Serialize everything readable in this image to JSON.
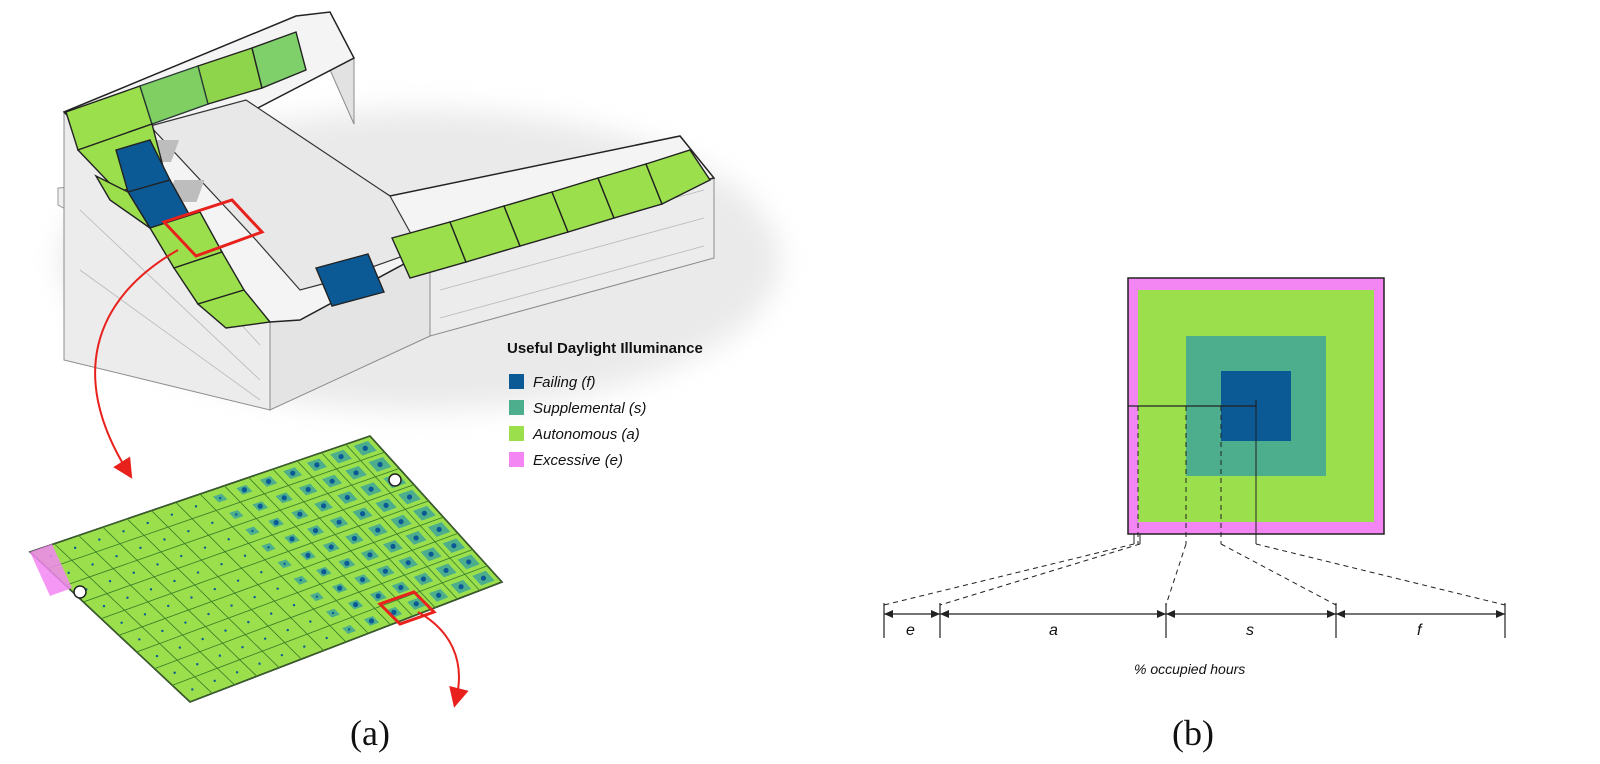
{
  "panels": {
    "a_label": "(a)",
    "b_label": "(b)"
  },
  "legend": {
    "title": "Useful Daylight Illuminance",
    "items": [
      {
        "label": "Failing (f)",
        "color": "#0b5a96"
      },
      {
        "label": "Supplemental (s)",
        "color": "#4cae8c"
      },
      {
        "label": "Autonomous (a)",
        "color": "#9be04c"
      },
      {
        "label": "Excessive (e)",
        "color": "#f386f3"
      }
    ]
  },
  "highlight_color": "#e8211d",
  "diagram_b": {
    "segments": {
      "e": "e",
      "a": "a",
      "s": "s",
      "f": "f"
    },
    "axis_label": "% occupied hours"
  }
}
